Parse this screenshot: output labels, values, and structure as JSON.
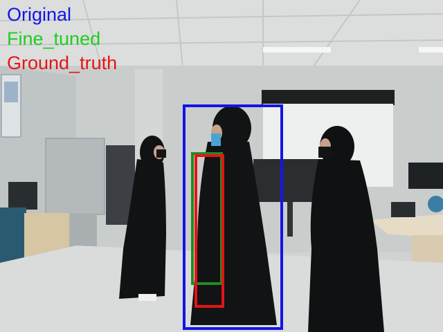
{
  "legend": [
    {
      "label": "Original",
      "color": "#1414e6"
    },
    {
      "label": "Fine_tuned",
      "color": "#22cc22"
    },
    {
      "label": "Ground_truth",
      "color": "#e61414"
    }
  ],
  "detections": [
    {
      "kind": "original",
      "color": "#1414e6"
    },
    {
      "kind": "fine_tuned",
      "color": "#228b22"
    },
    {
      "kind": "ground_truth",
      "color": "#e61414"
    }
  ]
}
